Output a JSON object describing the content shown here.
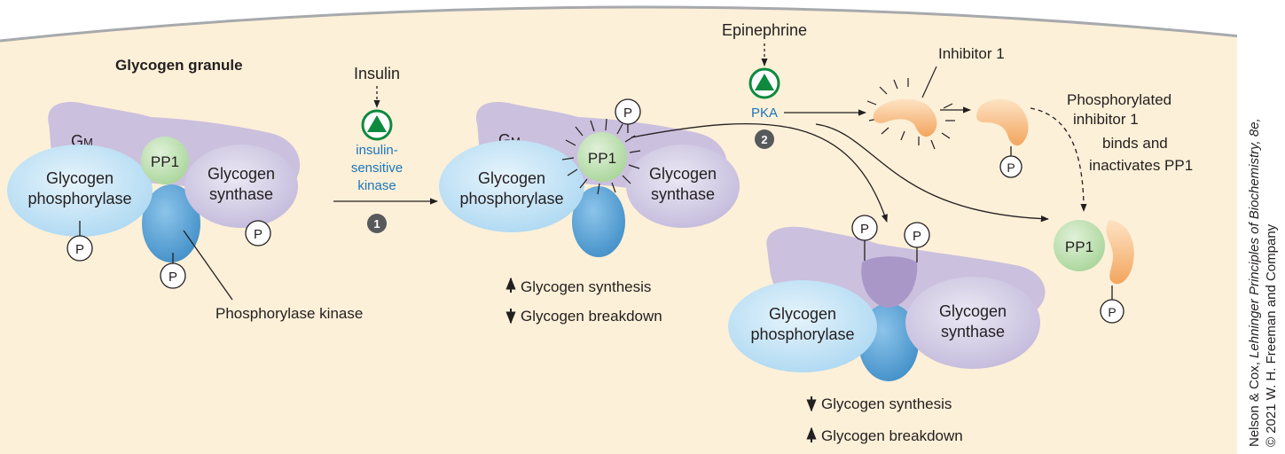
{
  "granule_title": "Glycogen granule",
  "colors": {
    "granule_fill": "#fdf0d8",
    "granule_edge": "#a7a9ac",
    "gm_fill": "#c9bedc",
    "pp1_fill": "#bfe0b4",
    "phosphorylase_fill": "#c4e4f6",
    "synthase_fill": "#d4cfe6",
    "kinase_fill": "#5aa4d6",
    "inhibitor_fill": "#f6b879",
    "kinase_icon": "#0d8a3e",
    "label_blue": "#1b75bb",
    "step_badge": "#58595b"
  },
  "icons": [
    "kinase-triangle-icon",
    "step-1-badge",
    "step-2-badge",
    "phosphate-icon",
    "burst-icon"
  ],
  "labels": {
    "gm": "GM",
    "gm_main": "G",
    "gm_sub": "M",
    "pp1": "PP1",
    "phosphorylase_line1": "Glycogen",
    "phosphorylase_line2": "phosphorylase",
    "synthase_line1": "Glycogen",
    "synthase_line2": "synthase",
    "phosphate": "P",
    "phosphorylase_kinase": "Phosphorylase kinase"
  },
  "insulin_pathway": {
    "hormone": "Insulin",
    "kinase_line1": "insulin-",
    "kinase_line2": "sensitive",
    "kinase_line3": "kinase",
    "step": "1",
    "effect_up": "Glycogen synthesis",
    "effect_down": "Glycogen breakdown"
  },
  "epinephrine_pathway": {
    "hormone": "Epinephrine",
    "kinase": "PKA",
    "step": "2",
    "inhibitor": "Inhibitor 1",
    "phospho_line1": "Phosphorylated",
    "phospho_line2": "inhibitor 1",
    "phospho_line3": "binds and",
    "phospho_line4": "inactivates PP1",
    "effect_down": "Glycogen synthesis",
    "effect_up": "Glycogen breakdown"
  },
  "credit": {
    "prefix": "Nelson & Cox, ",
    "book": "Lehninger Principles of Biochemistry, 8e,",
    "line2": "© 2021 W. H. Freeman and Company"
  }
}
